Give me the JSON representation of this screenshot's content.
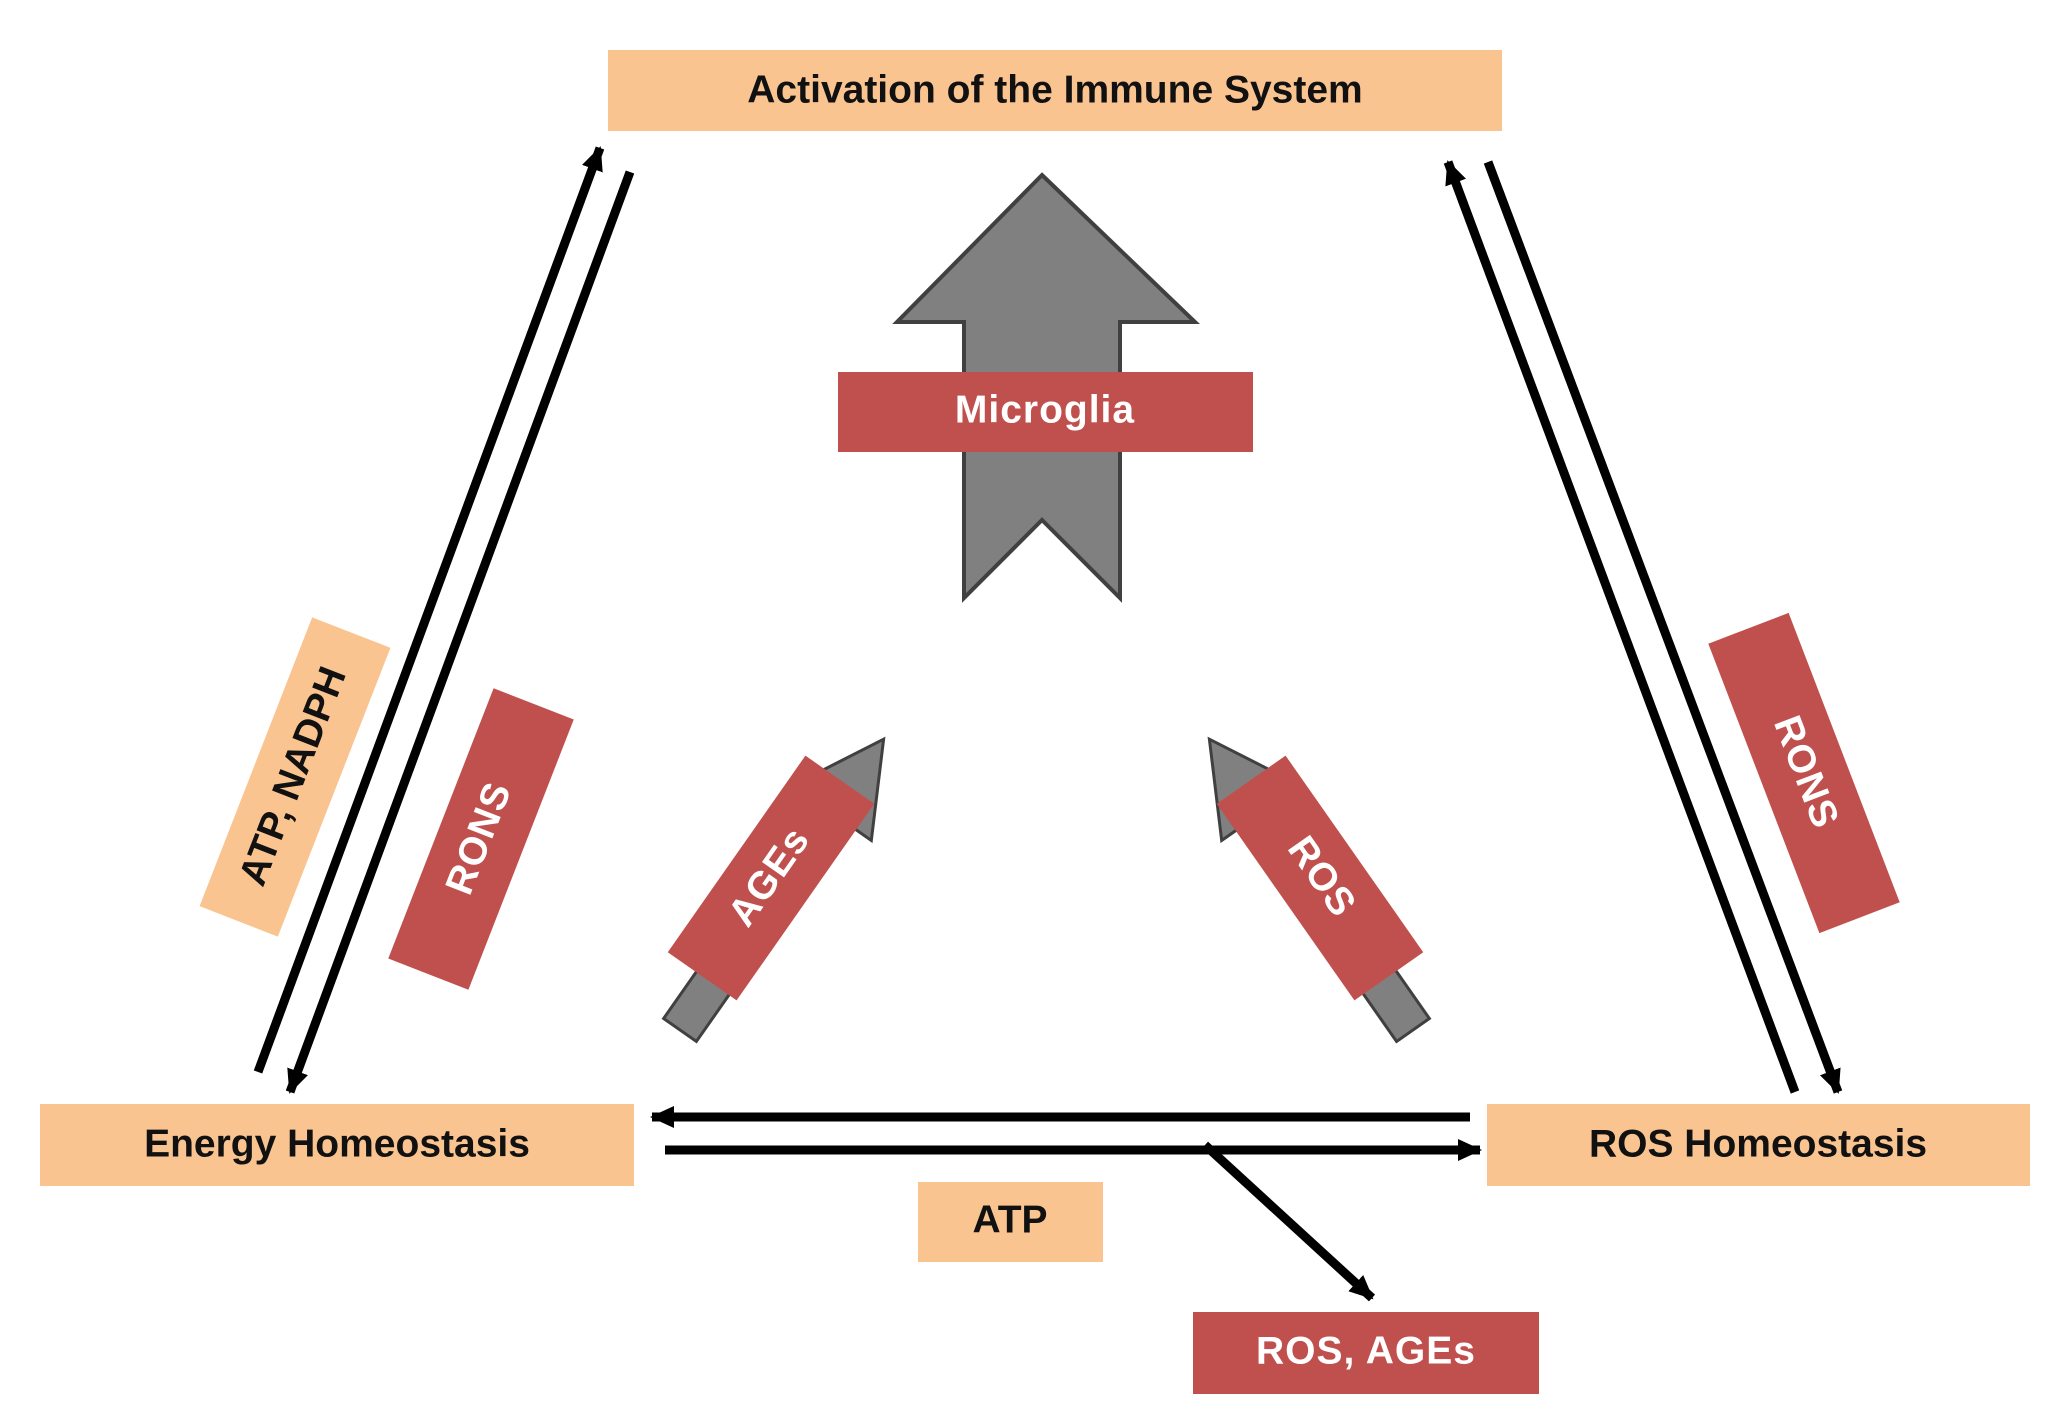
{
  "nodes": {
    "immune": "Activation of the Immune System",
    "energy": "Energy Homeostasis",
    "ros_homeostasis": "ROS Homeostasis",
    "microglia": "Microglia"
  },
  "labels": {
    "atp_nadph": "ATP, NADPH",
    "rons_left": "RONS",
    "rons_right": "RONS",
    "ages": "AGEs",
    "ros": "ROS",
    "atp": "ATP",
    "ros_ages": "ROS, AGEs"
  },
  "colors": {
    "node_fill": "#FAC491",
    "label_fill": "#C0504D",
    "big_arrow": "#808080",
    "arrow_outline": "#404040",
    "line": "#000000"
  }
}
